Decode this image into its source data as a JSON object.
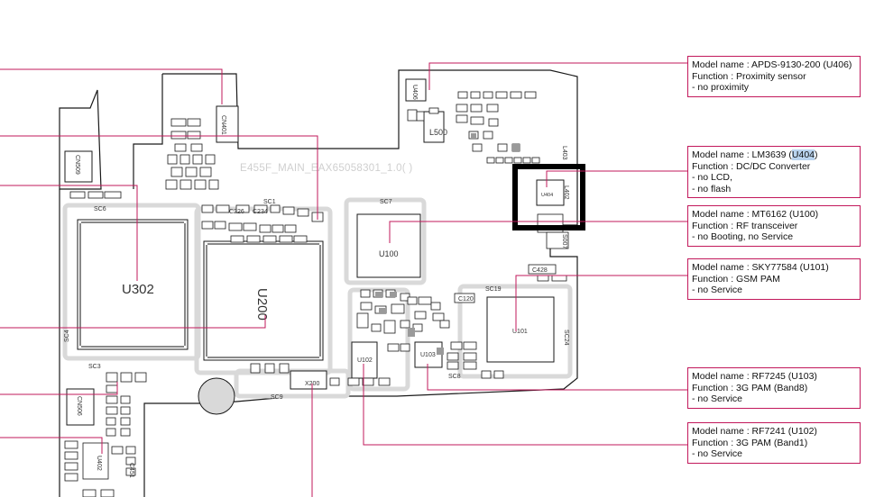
{
  "board": {
    "silkscreen_title": "E455F_MAIN_EAX65058301_1.0(  )"
  },
  "labels": {
    "u302": "U302",
    "u200": "U200",
    "u100": "U100",
    "u101": "U101",
    "u102": "U102",
    "u103": "U103",
    "u404": "U404",
    "x200": "X200",
    "sc1": "SC1",
    "sc3": "SC3",
    "sc4": "SC4",
    "sc6": "SC6",
    "sc7": "SC7",
    "sc8": "SC8",
    "sc9": "SC9",
    "sc19": "SC19",
    "sc24": "SC24",
    "c120": "C120",
    "c226": "C226",
    "c234": "C234",
    "c428": "C428",
    "l500": "L500",
    "l402": "L402",
    "l403": "L403",
    "u406": "U406",
    "cn401": "CN401",
    "cn509": "CN509",
    "cn506": "CN506",
    "u402": "U402",
    "c451": "C451",
    "s007": "S007"
  },
  "callouts": [
    {
      "model": "Model name : APDS-9130-200 (U406)",
      "function": "Function : Proximity sensor",
      "symptoms": [
        "- no proximity"
      ]
    },
    {
      "model_prefix": "Model name : LM3639 (",
      "model_highlight": "U404",
      "model_suffix": ")",
      "function": "Function : DC/DC Converter",
      "symptoms": [
        "- no LCD,",
        "- no flash"
      ]
    },
    {
      "model": "Model name : MT6162 (U100)",
      "function": "Function : RF transceiver",
      "symptoms": [
        "- no Booting, no Service"
      ]
    },
    {
      "model": "Model name : SKY77584 (U101)",
      "function": "Function : GSM PAM",
      "symptoms": [
        "- no Service"
      ]
    },
    {
      "model": "Model name : RF7245 (U103)",
      "function": "Function : 3G PAM (Band8)",
      "symptoms": [
        "- no Service"
      ]
    },
    {
      "model": "Model name : RF7241 (U102)",
      "function": "Function : 3G PAM (Band1)",
      "symptoms": [
        "- no Service"
      ]
    }
  ],
  "colors": {
    "leader": "#c2185b",
    "highlight_box": "#000000",
    "outline": "#1a1a1a",
    "shield_gray": "#d9d9d9"
  }
}
